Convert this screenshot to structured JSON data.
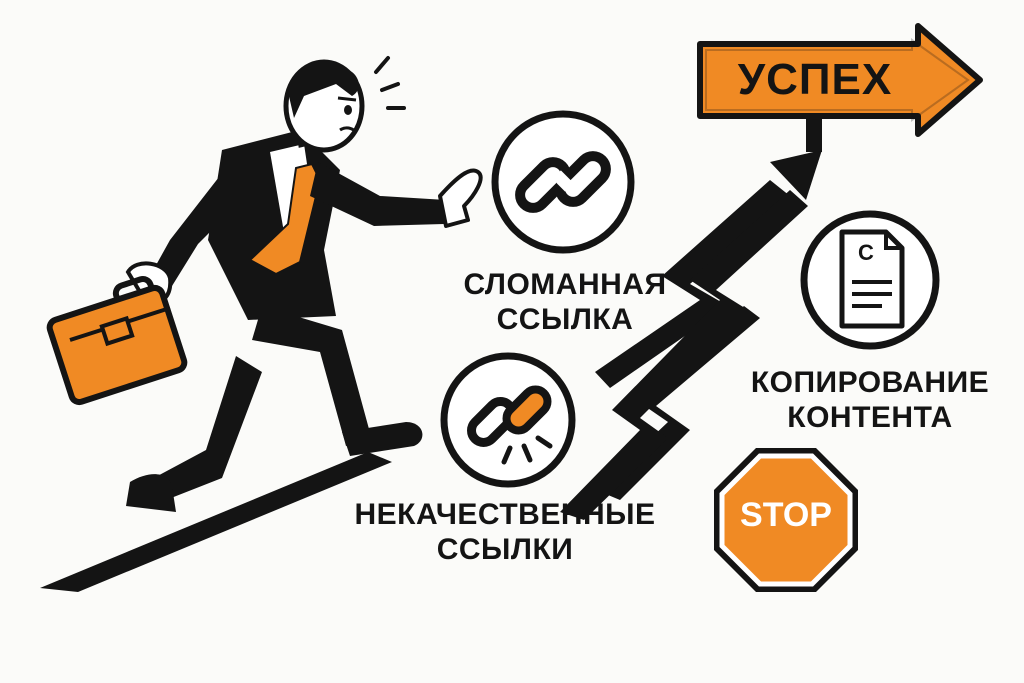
{
  "sign": {
    "label": "УСПЕХ"
  },
  "issues": {
    "broken_link": {
      "line1": "СЛОМАННАЯ",
      "line2": "ССЫЛКА",
      "icon": "broken-chain-icon"
    },
    "bad_links": {
      "line1": "НЕКАЧЕСТВЕННЫЕ",
      "line2": "ССЫЛКИ",
      "icon": "damaged-chain-icon"
    },
    "copied_content": {
      "line1": "КОПИРОВАНИЕ",
      "line2": "КОНТЕНТА",
      "icon": "copyright-document-icon",
      "doc_mark": "C"
    }
  },
  "stop_sign": {
    "label": "STOP"
  },
  "colors": {
    "accent": "#f08a24",
    "ink": "#141414",
    "background": "#fbfbf9"
  }
}
